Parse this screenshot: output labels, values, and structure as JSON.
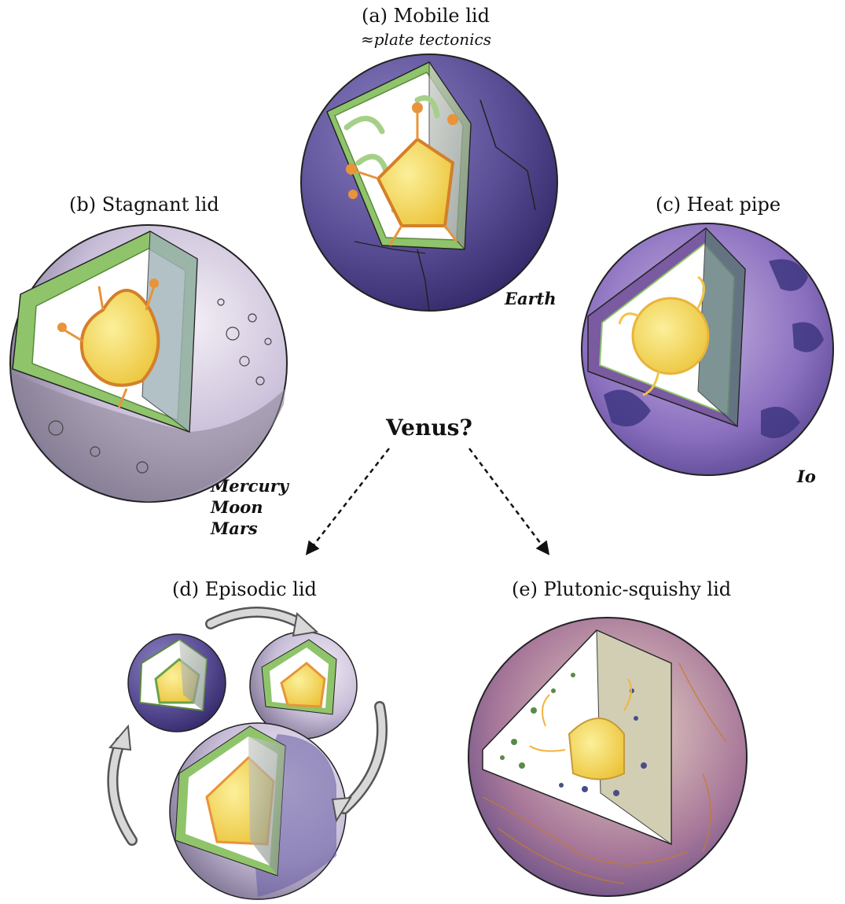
{
  "labels": {
    "a_title": "(a) Mobile lid",
    "a_sub": "≈plate tectonics",
    "b_title": "(b) Stagnant lid",
    "c_title": "(c) Heat pipe",
    "d_title": "(d) Episodic lid",
    "e_title": "(e) Plutonic-squishy lid",
    "center": "Venus?"
  },
  "bodies": {
    "a": [
      "Earth"
    ],
    "b": [
      "Mercury",
      "Moon",
      "Mars"
    ],
    "c": [
      "Io"
    ]
  },
  "colors": {
    "crust_purple": "#5a4e96",
    "crust_lavender": "#b3a8c9",
    "mantle_white": "#ffffff",
    "lid_green": "#8fc46b",
    "core_yellow": "#f4d84a",
    "plume_orange": "#e8943a",
    "cut_gray": "#9aa19a"
  }
}
